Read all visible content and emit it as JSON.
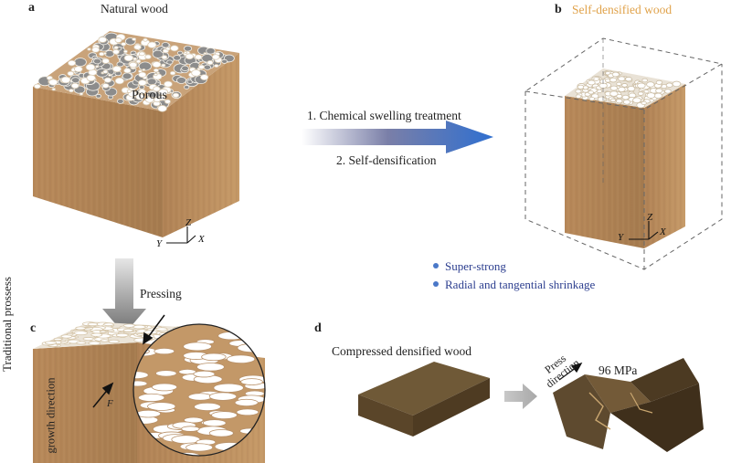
{
  "panels": {
    "a": {
      "letter": "a",
      "title": "Natural wood",
      "porous_label": "Porous"
    },
    "b": {
      "letter": "b",
      "title": "Self-densified wood",
      "title_color": "#e0a24a"
    },
    "c": {
      "letter": "c",
      "side_label": "Traditional prossess",
      "pressing_label": "Pressing",
      "growth_label": "growth direction",
      "force_label": "F"
    },
    "d": {
      "letter": "d",
      "compressed_label": "Compressed densified wood",
      "press_direction_label": "Press direction",
      "pressure_label": "96 MPa"
    }
  },
  "process": {
    "step1": "1. Chemical swelling treatment",
    "step2": "2. Self-densification",
    "arrow_color": "#2f6fd0"
  },
  "properties": [
    "Super-strong",
    "Radial and tangential shrinkage"
  ],
  "axes": {
    "x": "X",
    "y": "Y",
    "z": "Z"
  },
  "colors": {
    "wood": "#b98d5e",
    "wood_dark": "#8f6a43",
    "pore": "#ffffff",
    "bullet_text": "#2c3e8f"
  }
}
